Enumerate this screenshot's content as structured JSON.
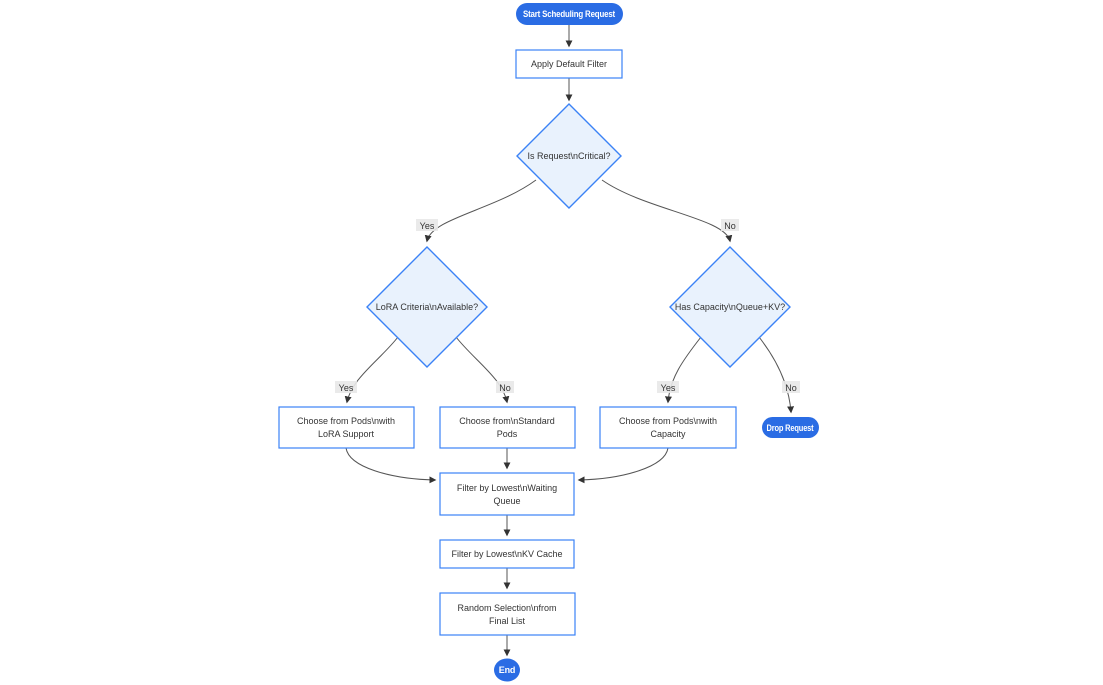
{
  "colors": {
    "background": "#ffffff",
    "accent": "#2a6ce4",
    "on_accent_text": "#ffffff",
    "node_border": "#3b82f6",
    "decision_fill": "#e9f2fd",
    "process_fill": "#ffffff",
    "edge_color": "#555555",
    "edge_label_bg": "#e8e8e8",
    "text_color": "#333333"
  },
  "nodes": {
    "start": {
      "shape": "stadium",
      "lines": [
        "Start Scheduling Request"
      ]
    },
    "apply_filter": {
      "shape": "process",
      "lines": [
        "Apply Default Filter"
      ]
    },
    "is_critical": {
      "shape": "decision",
      "lines": [
        "Is Request\\nCritical?"
      ]
    },
    "lora_available": {
      "shape": "decision",
      "lines": [
        "LoRA Criteria\\nAvailable?"
      ]
    },
    "has_capacity": {
      "shape": "decision",
      "lines": [
        "Has Capacity\\nQueue+KV?"
      ]
    },
    "choose_lora": {
      "shape": "process",
      "lines": [
        "Choose from Pods\\nwith",
        "LoRA Support"
      ]
    },
    "choose_standard": {
      "shape": "process",
      "lines": [
        "Choose from\\nStandard",
        "Pods"
      ]
    },
    "choose_capacity": {
      "shape": "process",
      "lines": [
        "Choose from Pods\\nwith",
        "Capacity"
      ]
    },
    "drop_request": {
      "shape": "stadium",
      "lines": [
        "Drop Request"
      ]
    },
    "filter_queue": {
      "shape": "process",
      "lines": [
        "Filter by Lowest\\nWaiting",
        "Queue"
      ]
    },
    "filter_kv": {
      "shape": "process",
      "lines": [
        "Filter by Lowest\\nKV Cache"
      ]
    },
    "random_selection": {
      "shape": "process",
      "lines": [
        "Random Selection\\nfrom",
        "Final List"
      ]
    },
    "end": {
      "shape": "stadium",
      "lines": [
        "End"
      ]
    }
  },
  "edges": [
    {
      "from": "start",
      "to": "apply_filter",
      "label": ""
    },
    {
      "from": "apply_filter",
      "to": "is_critical",
      "label": ""
    },
    {
      "from": "is_critical",
      "to": "lora_available",
      "label": "Yes"
    },
    {
      "from": "is_critical",
      "to": "has_capacity",
      "label": "No"
    },
    {
      "from": "lora_available",
      "to": "choose_lora",
      "label": "Yes"
    },
    {
      "from": "lora_available",
      "to": "choose_standard",
      "label": "No"
    },
    {
      "from": "has_capacity",
      "to": "choose_capacity",
      "label": "Yes"
    },
    {
      "from": "has_capacity",
      "to": "drop_request",
      "label": "No"
    },
    {
      "from": "choose_lora",
      "to": "filter_queue",
      "label": ""
    },
    {
      "from": "choose_standard",
      "to": "filter_queue",
      "label": ""
    },
    {
      "from": "choose_capacity",
      "to": "filter_queue",
      "label": ""
    },
    {
      "from": "filter_queue",
      "to": "filter_kv",
      "label": ""
    },
    {
      "from": "filter_kv",
      "to": "random_selection",
      "label": ""
    },
    {
      "from": "random_selection",
      "to": "end",
      "label": ""
    }
  ]
}
